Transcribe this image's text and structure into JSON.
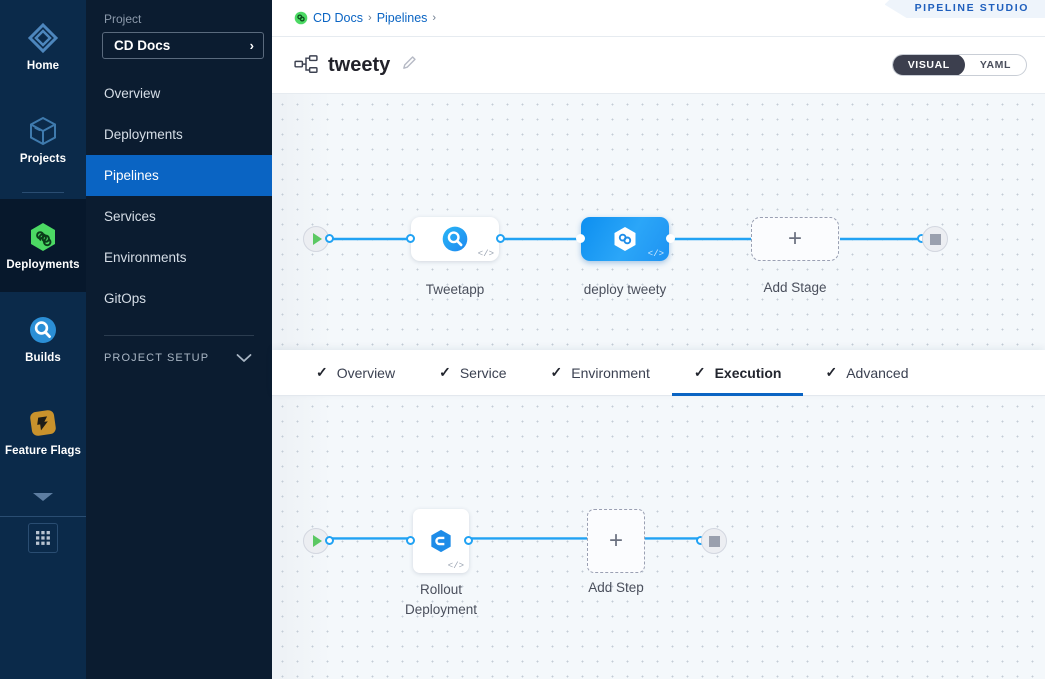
{
  "rail": {
    "items": [
      {
        "label": "Home",
        "icon": "home-diamond-icon",
        "active": false
      },
      {
        "label": "Projects",
        "icon": "projects-cube-icon",
        "active": false
      },
      {
        "label": "Deployments",
        "icon": "deployments-hex-icon",
        "active": true
      },
      {
        "label": "Builds",
        "icon": "builds-circle-icon",
        "active": false
      },
      {
        "label": "Feature Flags",
        "icon": "feature-flags-icon",
        "active": false
      }
    ],
    "more_icon": "chevron-down-icon",
    "grid_icon": "app-grid-icon"
  },
  "sidebar": {
    "section_label": "Project",
    "project_name": "CD Docs",
    "project_chevron": "›",
    "items": [
      {
        "label": "Overview",
        "active": false
      },
      {
        "label": "Deployments",
        "active": false
      },
      {
        "label": "Pipelines",
        "active": true
      },
      {
        "label": "Services",
        "active": false
      },
      {
        "label": "Environments",
        "active": false
      },
      {
        "label": "GitOps",
        "active": false
      }
    ],
    "setup_label": "PROJECT SETUP",
    "setup_chevron_icon": "chevron-down-icon"
  },
  "topbar": {
    "breadcrumbs": [
      {
        "label": "CD Docs",
        "icon": "harness-module-icon"
      },
      {
        "label": "Pipelines",
        "icon": ""
      }
    ],
    "separator": "›",
    "studio_badge": "PIPELINE STUDIO"
  },
  "titlebar": {
    "pipeline_icon": "pipeline-graph-icon",
    "pipeline_name": "tweety",
    "edit_icon": "pencil-edit-icon",
    "view_toggle": {
      "options": [
        "VISUAL",
        "YAML"
      ],
      "selected": "VISUAL"
    }
  },
  "stage_graph": {
    "start_icon": "play-start-icon",
    "end_icon": "stop-end-icon",
    "nodes": [
      {
        "name": "Tweetapp",
        "type": "build",
        "icon": "ci-build-icon",
        "selected": false,
        "badge": "</>"
      },
      {
        "name": "deploy tweety",
        "type": "deploy",
        "icon": "cd-deploy-icon",
        "selected": true,
        "badge": "</>"
      }
    ],
    "add_stage_label": "Add Stage",
    "add_icon": "plus-icon"
  },
  "tabs": [
    {
      "label": "Overview",
      "checked": true,
      "active": false
    },
    {
      "label": "Service",
      "checked": true,
      "active": false
    },
    {
      "label": "Environment",
      "checked": true,
      "active": false
    },
    {
      "label": "Execution",
      "checked": true,
      "active": true
    },
    {
      "label": "Advanced",
      "checked": true,
      "active": false
    }
  ],
  "step_graph": {
    "start_icon": "play-start-icon",
    "end_icon": "stop-end-icon",
    "steps": [
      {
        "name_line1": "Rollout",
        "name_line2": "Deployment",
        "icon": "rollout-deployment-icon",
        "badge": "</>"
      }
    ],
    "add_step_label": "Add Step",
    "add_icon": "plus-icon"
  },
  "colors": {
    "accent_blue": "#0a64c3",
    "link_blue": "#0a64c3",
    "wire_blue": "#21a2f3",
    "selected_node": "#1e93f2",
    "rail_bg": "#0b2a4a",
    "sidebar_bg": "#0b1c30",
    "canvas_bg": "#f4f8fb",
    "start_green": "#5bc862",
    "deployments_green": "#4cd964"
  },
  "checkmark_glyph": "✓"
}
